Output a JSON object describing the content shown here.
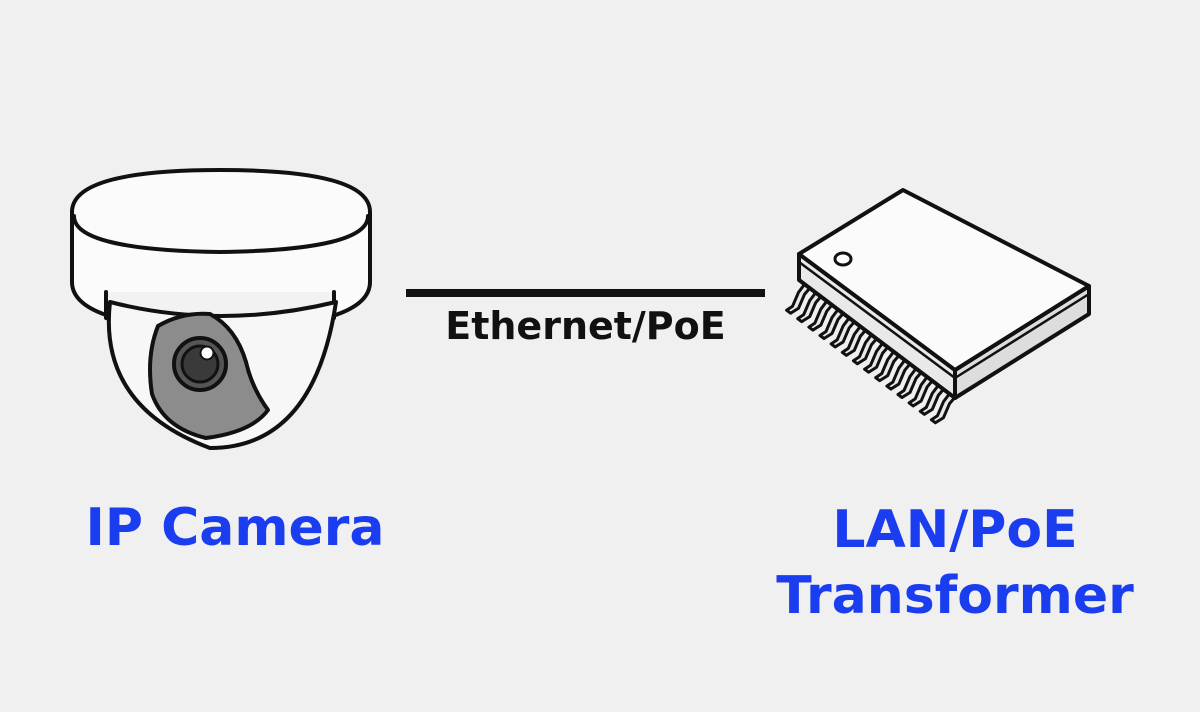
{
  "colors": {
    "label": "#1a3df0",
    "line": "#111111",
    "background": "#f0f0f0"
  },
  "camera": {
    "icon": "dome-camera-icon",
    "label": "IP Camera"
  },
  "connection": {
    "label": "Ethernet/PoE"
  },
  "transformer": {
    "icon": "lan-transformer-chip-icon",
    "label_line1": "LAN/PoE",
    "label_line2": "Transformer"
  }
}
